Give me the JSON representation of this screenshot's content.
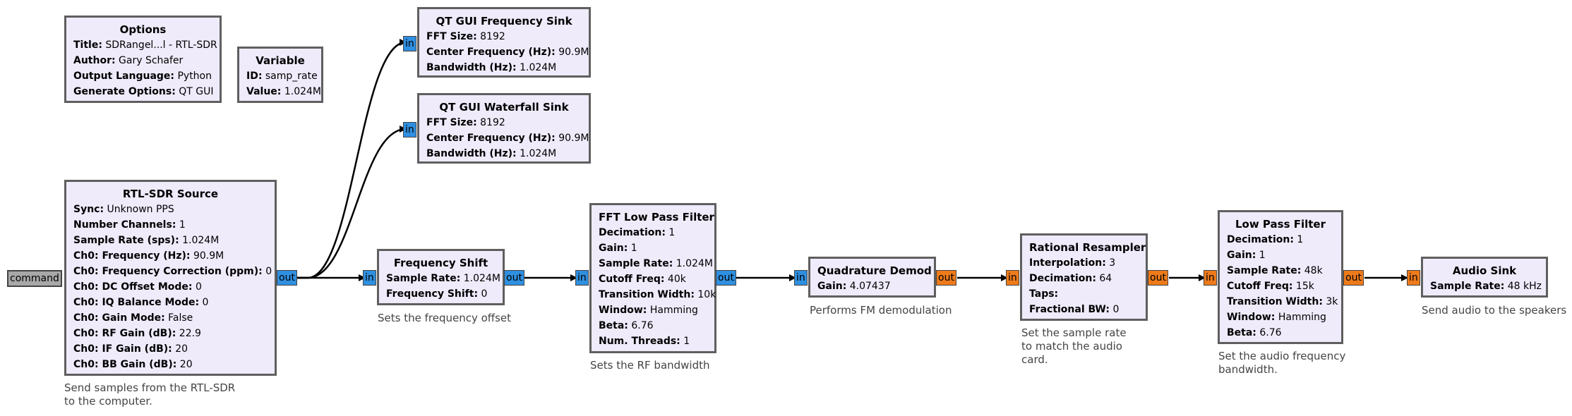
{
  "blocks": {
    "options": {
      "title": "Options",
      "params": [
        {
          "k": "Title:",
          "v": "SDRangel...l - RTL-SDR"
        },
        {
          "k": "Author:",
          "v": "Gary Schafer"
        },
        {
          "k": "Output Language:",
          "v": "Python"
        },
        {
          "k": "Generate Options:",
          "v": "QT GUI"
        }
      ]
    },
    "variable": {
      "title": "Variable",
      "params": [
        {
          "k": "ID:",
          "v": "samp_rate"
        },
        {
          "k": "Value:",
          "v": "1.024M"
        }
      ]
    },
    "freq_sink": {
      "title": "QT GUI Frequency Sink",
      "params": [
        {
          "k": "FFT Size:",
          "v": "8192"
        },
        {
          "k": "Center Frequency (Hz):",
          "v": "90.9M"
        },
        {
          "k": "Bandwidth (Hz):",
          "v": "1.024M"
        }
      ]
    },
    "waterfall_sink": {
      "title": "QT GUI Waterfall Sink",
      "params": [
        {
          "k": "FFT Size:",
          "v": "8192"
        },
        {
          "k": "Center Frequency (Hz):",
          "v": "90.9M"
        },
        {
          "k": "Bandwidth (Hz):",
          "v": "1.024M"
        }
      ]
    },
    "rtl_source": {
      "title": "RTL-SDR Source",
      "params": [
        {
          "k": "Sync:",
          "v": "Unknown PPS"
        },
        {
          "k": "Number Channels:",
          "v": "1"
        },
        {
          "k": "Sample Rate (sps):",
          "v": "1.024M"
        },
        {
          "k": "Ch0: Frequency (Hz):",
          "v": "90.9M"
        },
        {
          "k": "Ch0: Frequency Correction (ppm):",
          "v": "0"
        },
        {
          "k": "Ch0: DC Offset Mode:",
          "v": "0"
        },
        {
          "k": "Ch0: IQ Balance Mode:",
          "v": "0"
        },
        {
          "k": "Ch0: Gain Mode:",
          "v": "False"
        },
        {
          "k": "Ch0: RF Gain (dB):",
          "v": "22.9"
        },
        {
          "k": "Ch0: IF Gain (dB):",
          "v": "20"
        },
        {
          "k": "Ch0: BB Gain (dB):",
          "v": "20"
        }
      ]
    },
    "freq_shift": {
      "title": "Frequency Shift",
      "params": [
        {
          "k": "Sample Rate:",
          "v": "1.024M"
        },
        {
          "k": "Frequency Shift:",
          "v": "0"
        }
      ]
    },
    "fft_lpf": {
      "title": "FFT Low Pass Filter",
      "params": [
        {
          "k": "Decimation:",
          "v": "1"
        },
        {
          "k": "Gain:",
          "v": "1"
        },
        {
          "k": "Sample Rate:",
          "v": "1.024M"
        },
        {
          "k": "Cutoff Freq:",
          "v": "40k"
        },
        {
          "k": "Transition Width:",
          "v": "10k"
        },
        {
          "k": "Window:",
          "v": "Hamming"
        },
        {
          "k": "Beta:",
          "v": "6.76"
        },
        {
          "k": "Num. Threads:",
          "v": "1"
        }
      ]
    },
    "quad_demod": {
      "title": "Quadrature Demod",
      "params": [
        {
          "k": "Gain:",
          "v": "4.07437"
        }
      ]
    },
    "resampler": {
      "title": "Rational Resampler",
      "params": [
        {
          "k": "Interpolation:",
          "v": "3"
        },
        {
          "k": "Decimation:",
          "v": "64"
        },
        {
          "k": "Taps:",
          "v": ""
        },
        {
          "k": "Fractional BW:",
          "v": "0"
        }
      ]
    },
    "lpf": {
      "title": "Low Pass Filter",
      "params": [
        {
          "k": "Decimation:",
          "v": "1"
        },
        {
          "k": "Gain:",
          "v": "1"
        },
        {
          "k": "Sample Rate:",
          "v": "48k"
        },
        {
          "k": "Cutoff Freq:",
          "v": "15k"
        },
        {
          "k": "Transition Width:",
          "v": "3k"
        },
        {
          "k": "Window:",
          "v": "Hamming"
        },
        {
          "k": "Beta:",
          "v": "6.76"
        }
      ]
    },
    "audio_sink": {
      "title": "Audio Sink",
      "params": [
        {
          "k": "Sample Rate:",
          "v": "48 kHz"
        }
      ]
    }
  },
  "comments": {
    "rtl_source": "Send samples from the RTL-SDR\nto the computer.",
    "freq_shift": "Sets the frequency offset",
    "fft_lpf": "Sets the RF bandwidth",
    "quad_demod": "Performs FM demodulation",
    "resampler": "Set the sample rate\nto match the audio\ncard.",
    "lpf": "Set the audio frequency\nbandwidth.",
    "audio_sink": "Send audio to the speakers"
  },
  "ports": {
    "command": "command",
    "in": "in",
    "out": "out"
  },
  "colors": {
    "block_fill": "#efebfb",
    "complex_port": "#2f8fe0",
    "float_port": "#ee7a1a",
    "message_port": "#a8a8a8"
  }
}
